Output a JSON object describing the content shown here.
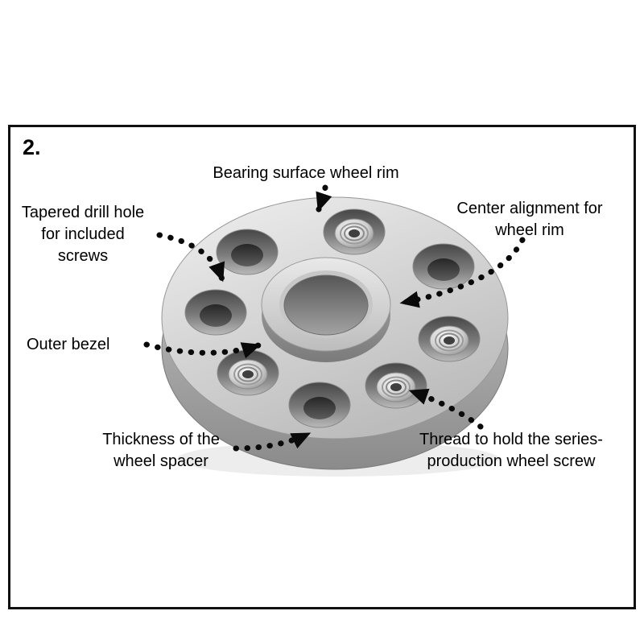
{
  "figure": {
    "number": "2.",
    "labels": {
      "bearing_surface": "Bearing surface wheel rim",
      "tapered_drill_hole": "Tapered drill hole\nfor included\nscrews",
      "center_alignment": "Center alignment for\nwheel rim",
      "outer_bezel": "Outer bezel",
      "thickness": "Thickness of the\nwheel spacer",
      "thread": "Thread to hold the series-\nproduction wheel screw"
    },
    "colors": {
      "arrow": "#0a0a0a",
      "border": "#101010",
      "disc_light": "#f0f0f0",
      "disc_dark": "#8e8e8e"
    }
  }
}
